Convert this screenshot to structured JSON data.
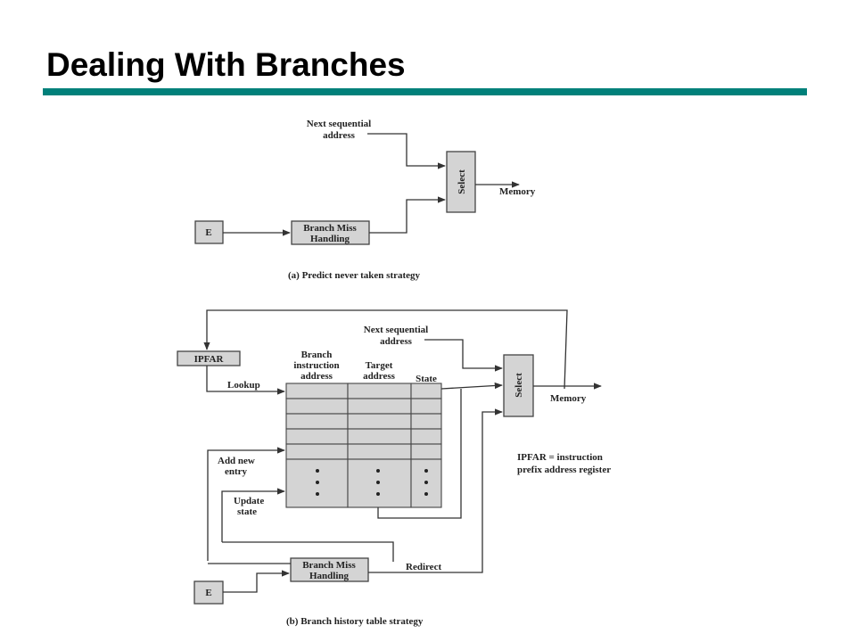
{
  "title": "Dealing With Branches",
  "accent_color": "#00807a",
  "diagram_a": {
    "next_sequential_line1": "Next sequential",
    "next_sequential_line2": "address",
    "select_label": "Select",
    "memory_label": "Memory",
    "e_label": "E",
    "branch_miss_line1": "Branch Miss",
    "branch_miss_line2": "Handling",
    "caption": "(a) Predict never taken strategy"
  },
  "diagram_b": {
    "ipfar_label": "IPFAR",
    "lookup_label": "Lookup",
    "col_branch_line1": "Branch",
    "col_branch_line2": "instruction",
    "col_branch_line3": "address",
    "col_target_line1": "Target",
    "col_target_line2": "address",
    "col_state": "State",
    "next_sequential_line1": "Next sequential",
    "next_sequential_line2": "address",
    "select_label": "Select",
    "memory_label": "Memory",
    "add_entry_line1": "Add new",
    "add_entry_line2": "entry",
    "update_state_line1": "Update",
    "update_state_line2": "state",
    "branch_miss_line1": "Branch Miss",
    "branch_miss_line2": "Handling",
    "redirect_label": "Redirect",
    "e_label": "E",
    "ipfar_note_line1": "IPFAR = instruction",
    "ipfar_note_line2": "prefix address register",
    "caption": "(b) Branch history table strategy"
  }
}
